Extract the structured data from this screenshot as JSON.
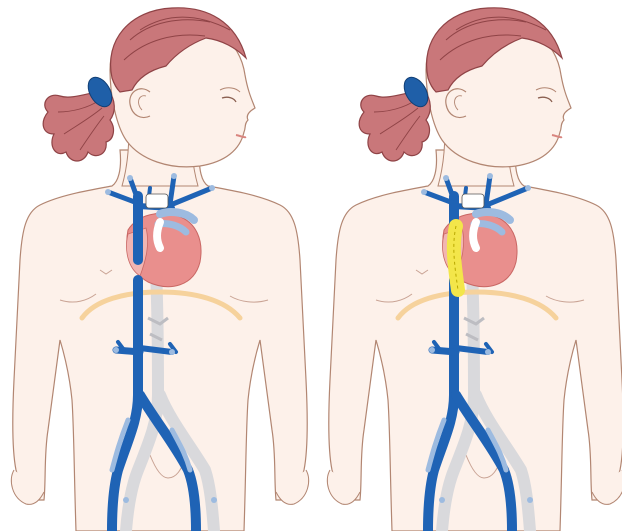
{
  "figure": {
    "panels": [
      {
        "id": "left",
        "description": "girl-torso-normal-venous-anatomy",
        "has_azygos_highlight": false
      },
      {
        "id": "right",
        "description": "girl-torso-venous-anatomy-with-azygos-continuation",
        "has_azygos_highlight": true
      }
    ]
  },
  "colors": {
    "background": "#ffffff",
    "skin": "#fdf1ea",
    "skin_outline": "#b28672",
    "hair": "#c9777a",
    "hair_dark": "#8f4346",
    "hair_tie": "#1f5fa8",
    "vein": "#1f63b5",
    "vein_light": "#9dbbe0",
    "artery_gray": "#d9d9dc",
    "heart": "#e98f8d",
    "heart_light": "#f2b5b2",
    "diaphragm": "#f6d29c",
    "azygos": "#f3e64a",
    "azygos_outline": "#b9a800"
  }
}
